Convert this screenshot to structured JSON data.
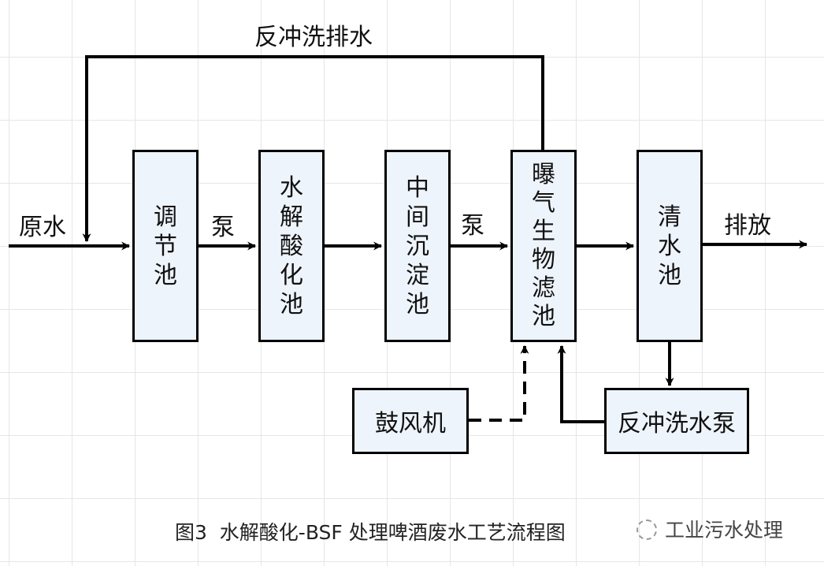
{
  "diagram": {
    "title": "图3  水解酸化-BSF 处理啤酒废水工艺流程图",
    "watermark": "工业污水处理",
    "nodes": [
      {
        "id": "regulating-tank",
        "label": "调节池"
      },
      {
        "id": "hydrolysis-tank",
        "label": "水解酸化池"
      },
      {
        "id": "settling-tank",
        "label": "中间沉淀池"
      },
      {
        "id": "bsf-tank",
        "label": "曝气生物滤池"
      },
      {
        "id": "clear-water-tank",
        "label": "清水池"
      },
      {
        "id": "blower",
        "label": "鼓风机"
      },
      {
        "id": "backwash-pump",
        "label": "反冲洗水泵"
      }
    ],
    "edge_labels": {
      "raw_water": "原水",
      "pump_1": "泵",
      "pump_2": "泵",
      "discharge": "排放",
      "backwash_drain": "反冲洗排水"
    },
    "edges": [
      {
        "from": "raw-water",
        "to": "regulating-tank",
        "label": "原水",
        "style": "solid"
      },
      {
        "from": "regulating-tank",
        "to": "hydrolysis-tank",
        "label": "泵",
        "style": "solid"
      },
      {
        "from": "hydrolysis-tank",
        "to": "settling-tank",
        "label": "",
        "style": "solid"
      },
      {
        "from": "settling-tank",
        "to": "bsf-tank",
        "label": "泵",
        "style": "solid"
      },
      {
        "from": "bsf-tank",
        "to": "clear-water-tank",
        "label": "",
        "style": "solid"
      },
      {
        "from": "clear-water-tank",
        "to": "outlet",
        "label": "排放",
        "style": "solid"
      },
      {
        "from": "bsf-tank",
        "to": "raw-water",
        "label": "反冲洗排水",
        "style": "solid"
      },
      {
        "from": "blower",
        "to": "bsf-tank",
        "label": "",
        "style": "dashed"
      },
      {
        "from": "clear-water-tank",
        "to": "backwash-pump",
        "label": "",
        "style": "solid"
      },
      {
        "from": "backwash-pump",
        "to": "bsf-tank",
        "label": "",
        "style": "solid"
      }
    ]
  }
}
